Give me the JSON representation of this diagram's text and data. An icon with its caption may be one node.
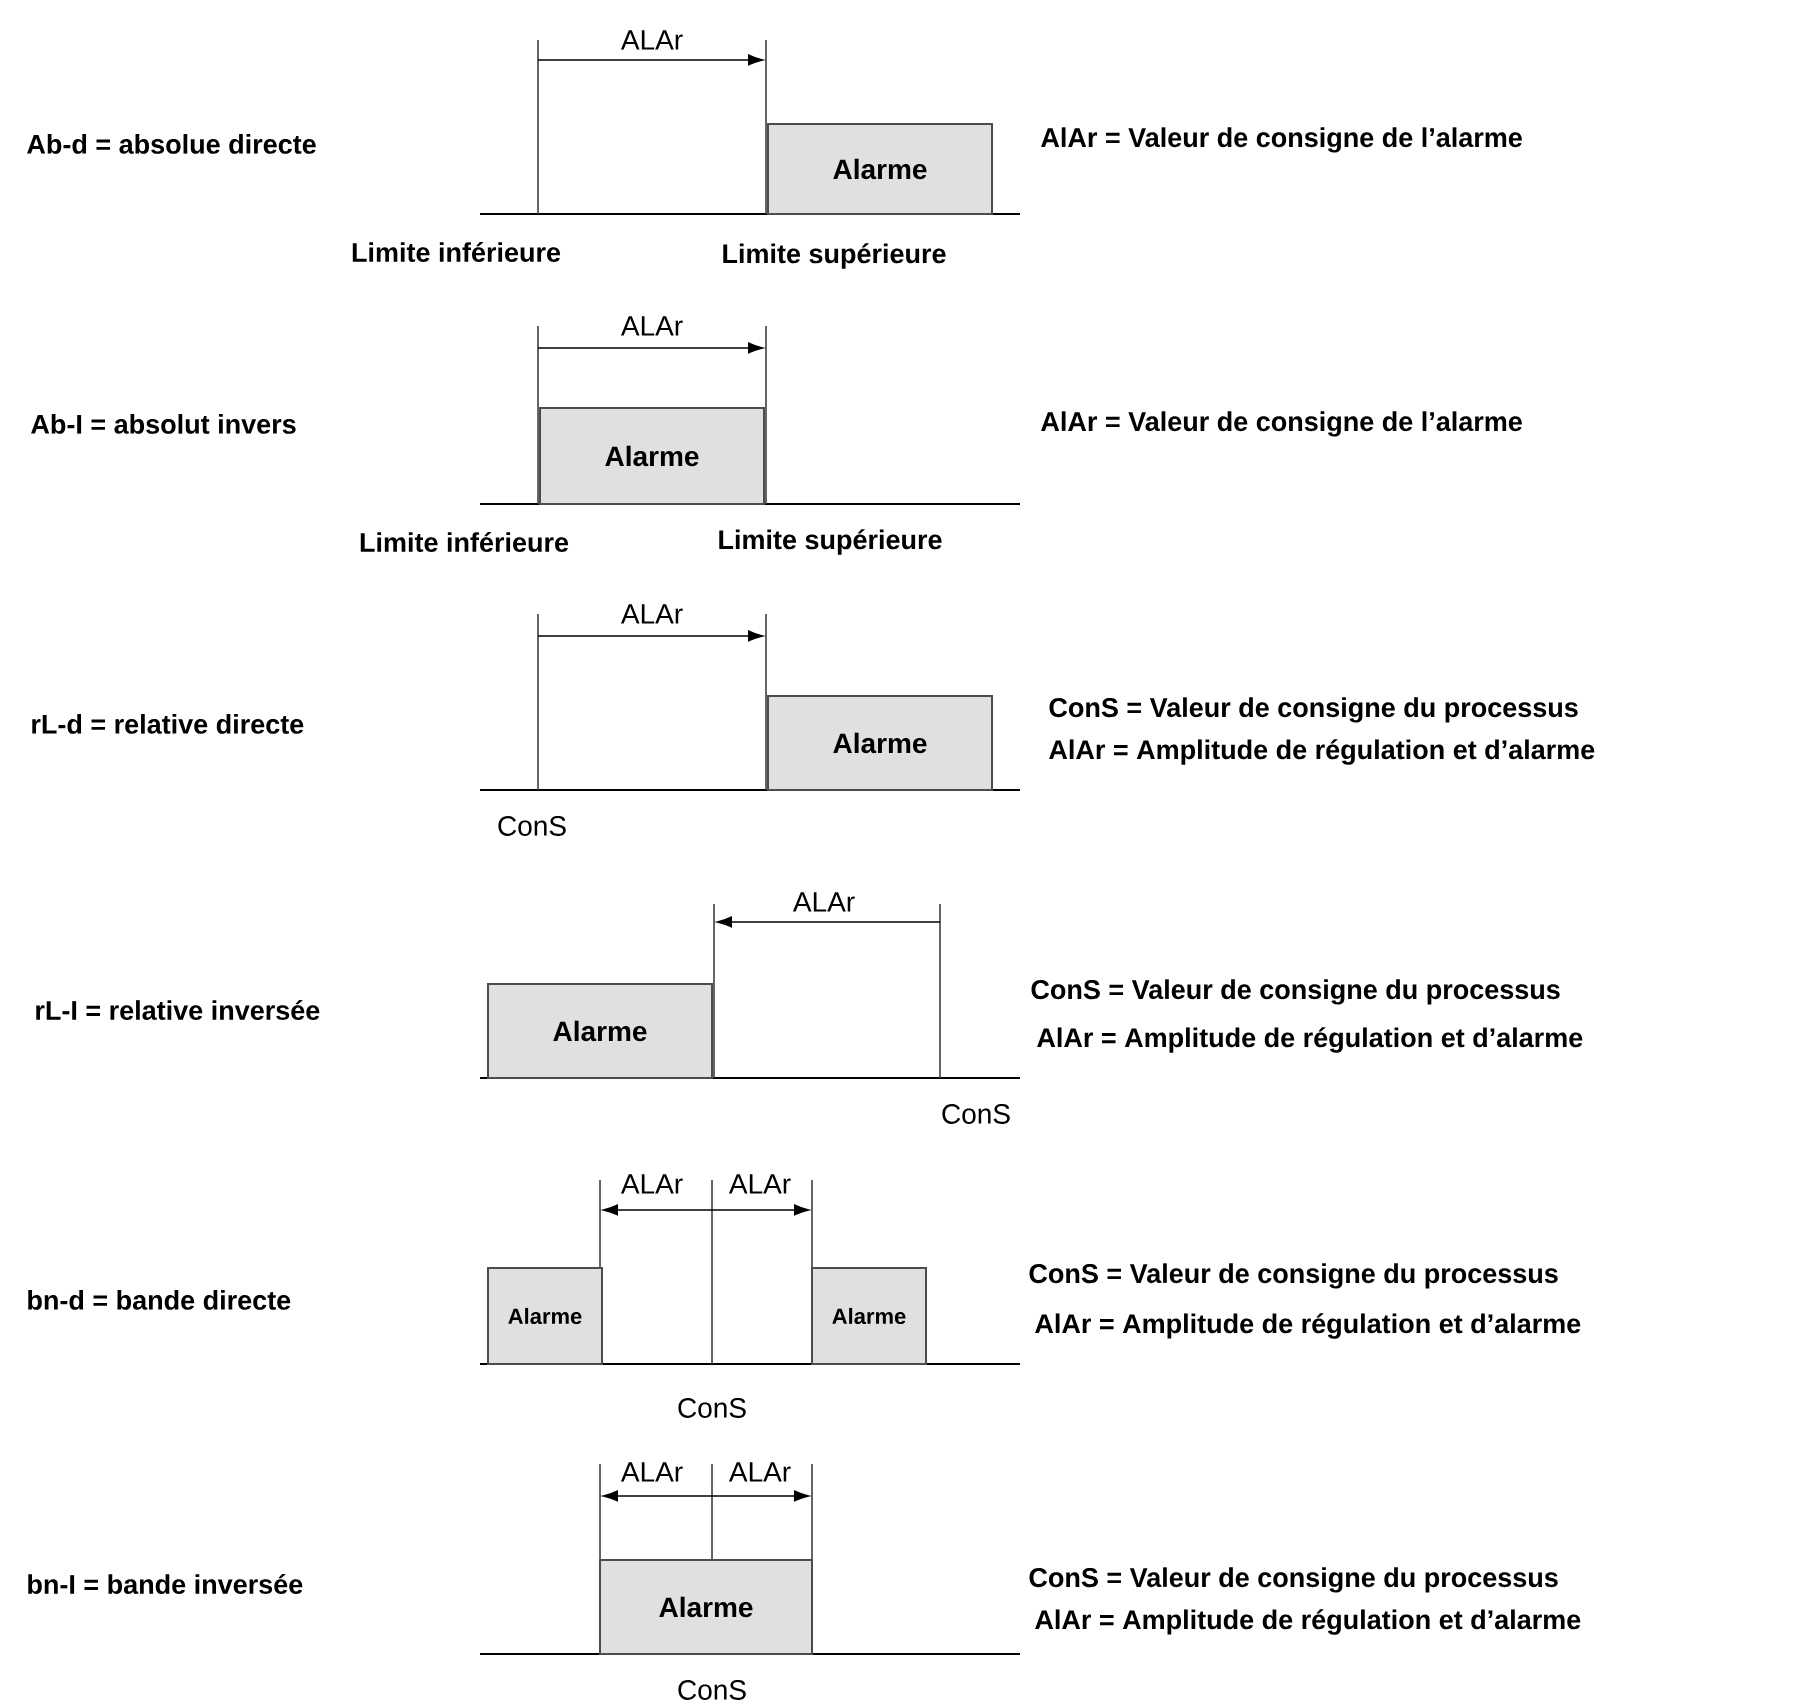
{
  "diagram": {
    "nodes": [
      {
        "text": [
          "Alarme"
        ]
      },
      {
        "text": [
          "Alarme"
        ]
      },
      {
        "text": [
          "Alarme"
        ]
      },
      {
        "text": [
          "Alarme"
        ]
      },
      {
        "text": [
          "Alarme"
        ]
      },
      {
        "text": [
          "Alarme"
        ]
      },
      {
        "text": [
          "Alarme"
        ]
      }
    ],
    "labels": [
      "ALAr",
      "Ab-d = absolue directe",
      "AlAr = Valeur de consigne de l’alarme",
      "Limite inférieure",
      "Limite supérieure",
      "ALAr",
      "Ab-I = absolut invers",
      "AlAr = Valeur de consigne de l’alarme",
      "Limite inférieure",
      "Limite supérieure",
      "ALAr",
      "rL-d = relative directe",
      "ConS = Valeur de consigne du processus",
      "AlAr = Amplitude de régulation et d’alarme",
      "ConS",
      "ALAr",
      "rL-I = relative inversée",
      "ConS = Valeur de consigne du processus",
      "AlAr = Amplitude de régulation et d’alarme",
      "ConS",
      "ALAr",
      "ALAr",
      "bn-d = bande directe",
      "ConS = Valeur de consigne du processus",
      "AlAr = Amplitude de régulation et d’alarme",
      "ConS",
      "ALAr",
      "ALAr",
      "bn-I = bande inversée",
      "ConS = Valeur de consigne du processus",
      "AlAr = Amplitude de régulation et d’alarme",
      "ConS"
    ]
  }
}
